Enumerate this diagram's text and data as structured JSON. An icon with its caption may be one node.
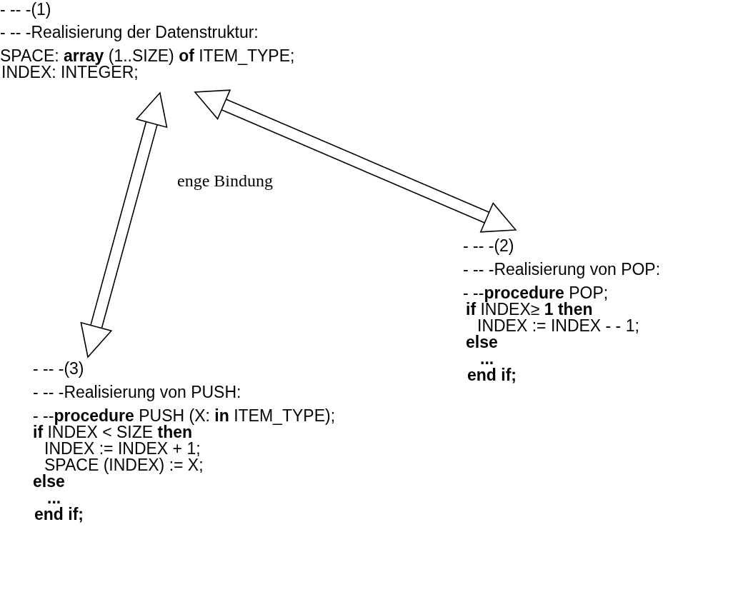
{
  "diagram": {
    "nodes": [
      {
        "text": [
          "- -- -(1)",
          "- -- -Realisierung der Datenstruktur:",
          "SPACE: **array** (1..SIZE) **of** ITEM_TYPE;",
          "INDEX: INTEGER;"
        ]
      },
      {
        "text": [
          "- -- -(2)",
          "- -- -Realisierung von POP:",
          "- --**procedure** POP;",
          "**if** INDEX≥ **1 then**",
          "INDEX := INDEX - - 1;",
          "**else**",
          "**...**",
          "**end if;**"
        ]
      },
      {
        "text": [
          "- -- -(3)",
          "- -- -Realisierung von PUSH:",
          "- --**procedure** PUSH (X: **in** ITEM_TYPE);",
          "**if** INDEX < SIZE **then**",
          "INDEX := INDEX + 1;",
          "SPACE (INDEX) := X;",
          "**else**",
          "**...**",
          "**end if;**"
        ]
      }
    ],
    "edges": [
      {
        "from": 0,
        "to": 1,
        "arrow": "both"
      },
      {
        "from": 0,
        "to": 2,
        "arrow": "both"
      }
    ],
    "labels": [
      "enge Bindung"
    ]
  }
}
